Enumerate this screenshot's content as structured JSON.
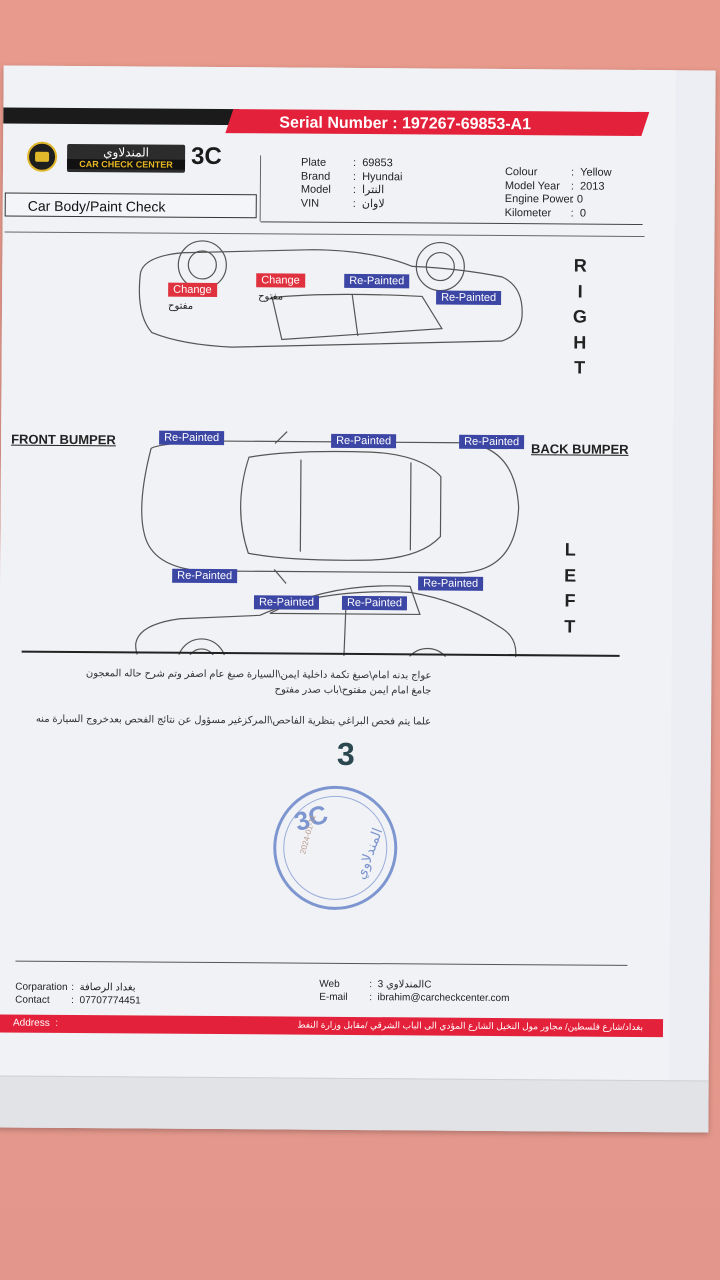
{
  "header": {
    "serial_label": "Serial Number :",
    "serial_value": "197267-69853-A1",
    "logo_arabic": "المندلاوي",
    "logo_english": "CAR CHECK CENTER",
    "logo_3c": "3C",
    "section_title": "Car Body/Paint Check"
  },
  "vehicle_info": {
    "left": [
      {
        "key": "Plate",
        "value": "69853"
      },
      {
        "key": "Brand",
        "value": "Hyundai"
      },
      {
        "key": "Model",
        "value": "النترا"
      },
      {
        "key": "VIN",
        "value": "لاوان"
      }
    ],
    "right": [
      {
        "key": "Colour",
        "value": "Yellow"
      },
      {
        "key": "Model Year",
        "value": "2013"
      },
      {
        "key": "Engine Power",
        "value": "0"
      },
      {
        "key": "Kilometer",
        "value": "0"
      }
    ]
  },
  "tags": {
    "change": "Change",
    "repainted": "Re-Painted",
    "open_ar": "مفتوح"
  },
  "sides": {
    "right": [
      "R",
      "I",
      "G",
      "H",
      "T"
    ],
    "left": [
      "L",
      "E",
      "F",
      "T"
    ],
    "front": "FRONT BUMPER",
    "back": "BACK BUMPER"
  },
  "notes": {
    "line1": "عواج بدنه امام\\صبغ تكمة داخلية ايمن\\السيارة صبغ عام اصفر وتم شرح حاله المعجون",
    "line2": "جامغ امام ايمن مفتوح\\باب صدر مفتوح",
    "line3": "علما يتم فحص البراغي بنظرية الفاحص\\المركزغير مسؤول عن نتائج الفحص بعدخروج السيارة منه",
    "handwritten": "3"
  },
  "stamp": {
    "mark": "3C",
    "date": "2024-01-11",
    "arabic": "المندلاوي"
  },
  "footer": {
    "corporation_label": "Corparation",
    "corporation_value": "بغداد الرصافة",
    "contact_label": "Contact",
    "contact_value": "07707774451",
    "web_label": "Web",
    "web_value": "المندلاوي 3C",
    "email_label": "E-mail",
    "email_value": "ibrahim@carcheckcenter.com",
    "address_label": "Address",
    "address_value": "بغداد/شارع فلسطين/ مجاور مول النخيل الشارع المؤدي الى الباب الشرقي /مقابل وزارة النفط"
  },
  "colors": {
    "accent_red": "#e3213a",
    "tag_blue": "#3c46a4",
    "tag_red": "#e0313f",
    "stamp_blue": "#6a86c9",
    "table_background": "#e89a8c"
  }
}
